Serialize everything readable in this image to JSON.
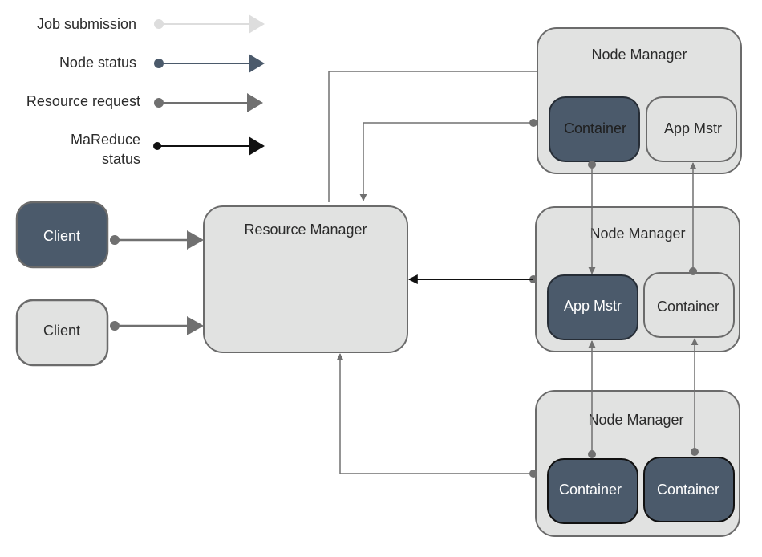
{
  "legend": {
    "items": [
      {
        "label_lines": [
          "Job submission"
        ],
        "color": "#dddddd"
      },
      {
        "label_lines": [
          "Node status"
        ],
        "color": "#4b5a6b"
      },
      {
        "label_lines": [
          "Resource request"
        ],
        "color": "#707070"
      },
      {
        "label_lines": [
          "MaReduce",
          "status"
        ],
        "color": "#111111"
      }
    ]
  },
  "clients": [
    {
      "label": "Client",
      "style": "dark"
    },
    {
      "label": "Client",
      "style": "light"
    }
  ],
  "resource_manager": {
    "label": "Resource Manager"
  },
  "node_managers": [
    {
      "label": "Node Manager",
      "children": [
        {
          "label": "Container",
          "style": "dark"
        },
        {
          "label": "App Mstr",
          "style": "light"
        }
      ]
    },
    {
      "label": "Node Manager",
      "children": [
        {
          "label": "App Mstr",
          "style": "dark"
        },
        {
          "label": "Container",
          "style": "light"
        }
      ]
    },
    {
      "label": "Node Manager",
      "children": [
        {
          "label": "Container",
          "style": "dark"
        },
        {
          "label": "Container",
          "style": "dark"
        }
      ]
    }
  ],
  "colors": {
    "box_fill": "#e1e2e1",
    "box_stroke": "#6b6b6b",
    "dark_fill": "#4b5a6b",
    "dark_stroke": "#262d36",
    "connector": "#707070",
    "mareduce": "#111111"
  }
}
